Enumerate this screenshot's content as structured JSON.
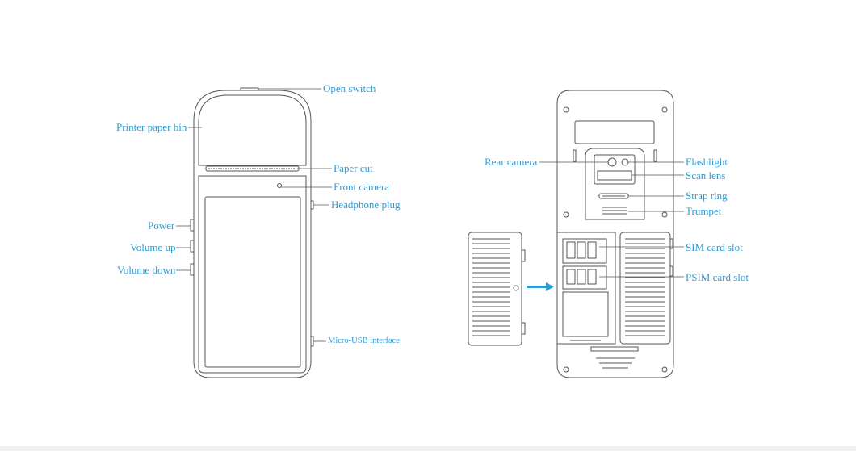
{
  "labels": {
    "open_switch": "Open switch",
    "printer_paper_bin": "Printer paper bin",
    "paper_cut": "Paper cut",
    "front_camera": "Front camera",
    "headphone_plug": "Headphone plug",
    "power": "Power",
    "volume_up": "Volume up",
    "volume_down": "Volume down",
    "micro_usb": "Micro-USB interface",
    "rear_camera": "Rear camera",
    "flashlight": "Flashlight",
    "scan_lens": "Scan lens",
    "strap_ring": "Strap ring",
    "trumpet": "Trumpet",
    "sim_card_slot": "SIM card slot",
    "psim_card_slot": "PSIM card slot"
  },
  "colors": {
    "line": "#555555",
    "label": "#2f9bd3",
    "arrow": "#2f9bd3"
  }
}
